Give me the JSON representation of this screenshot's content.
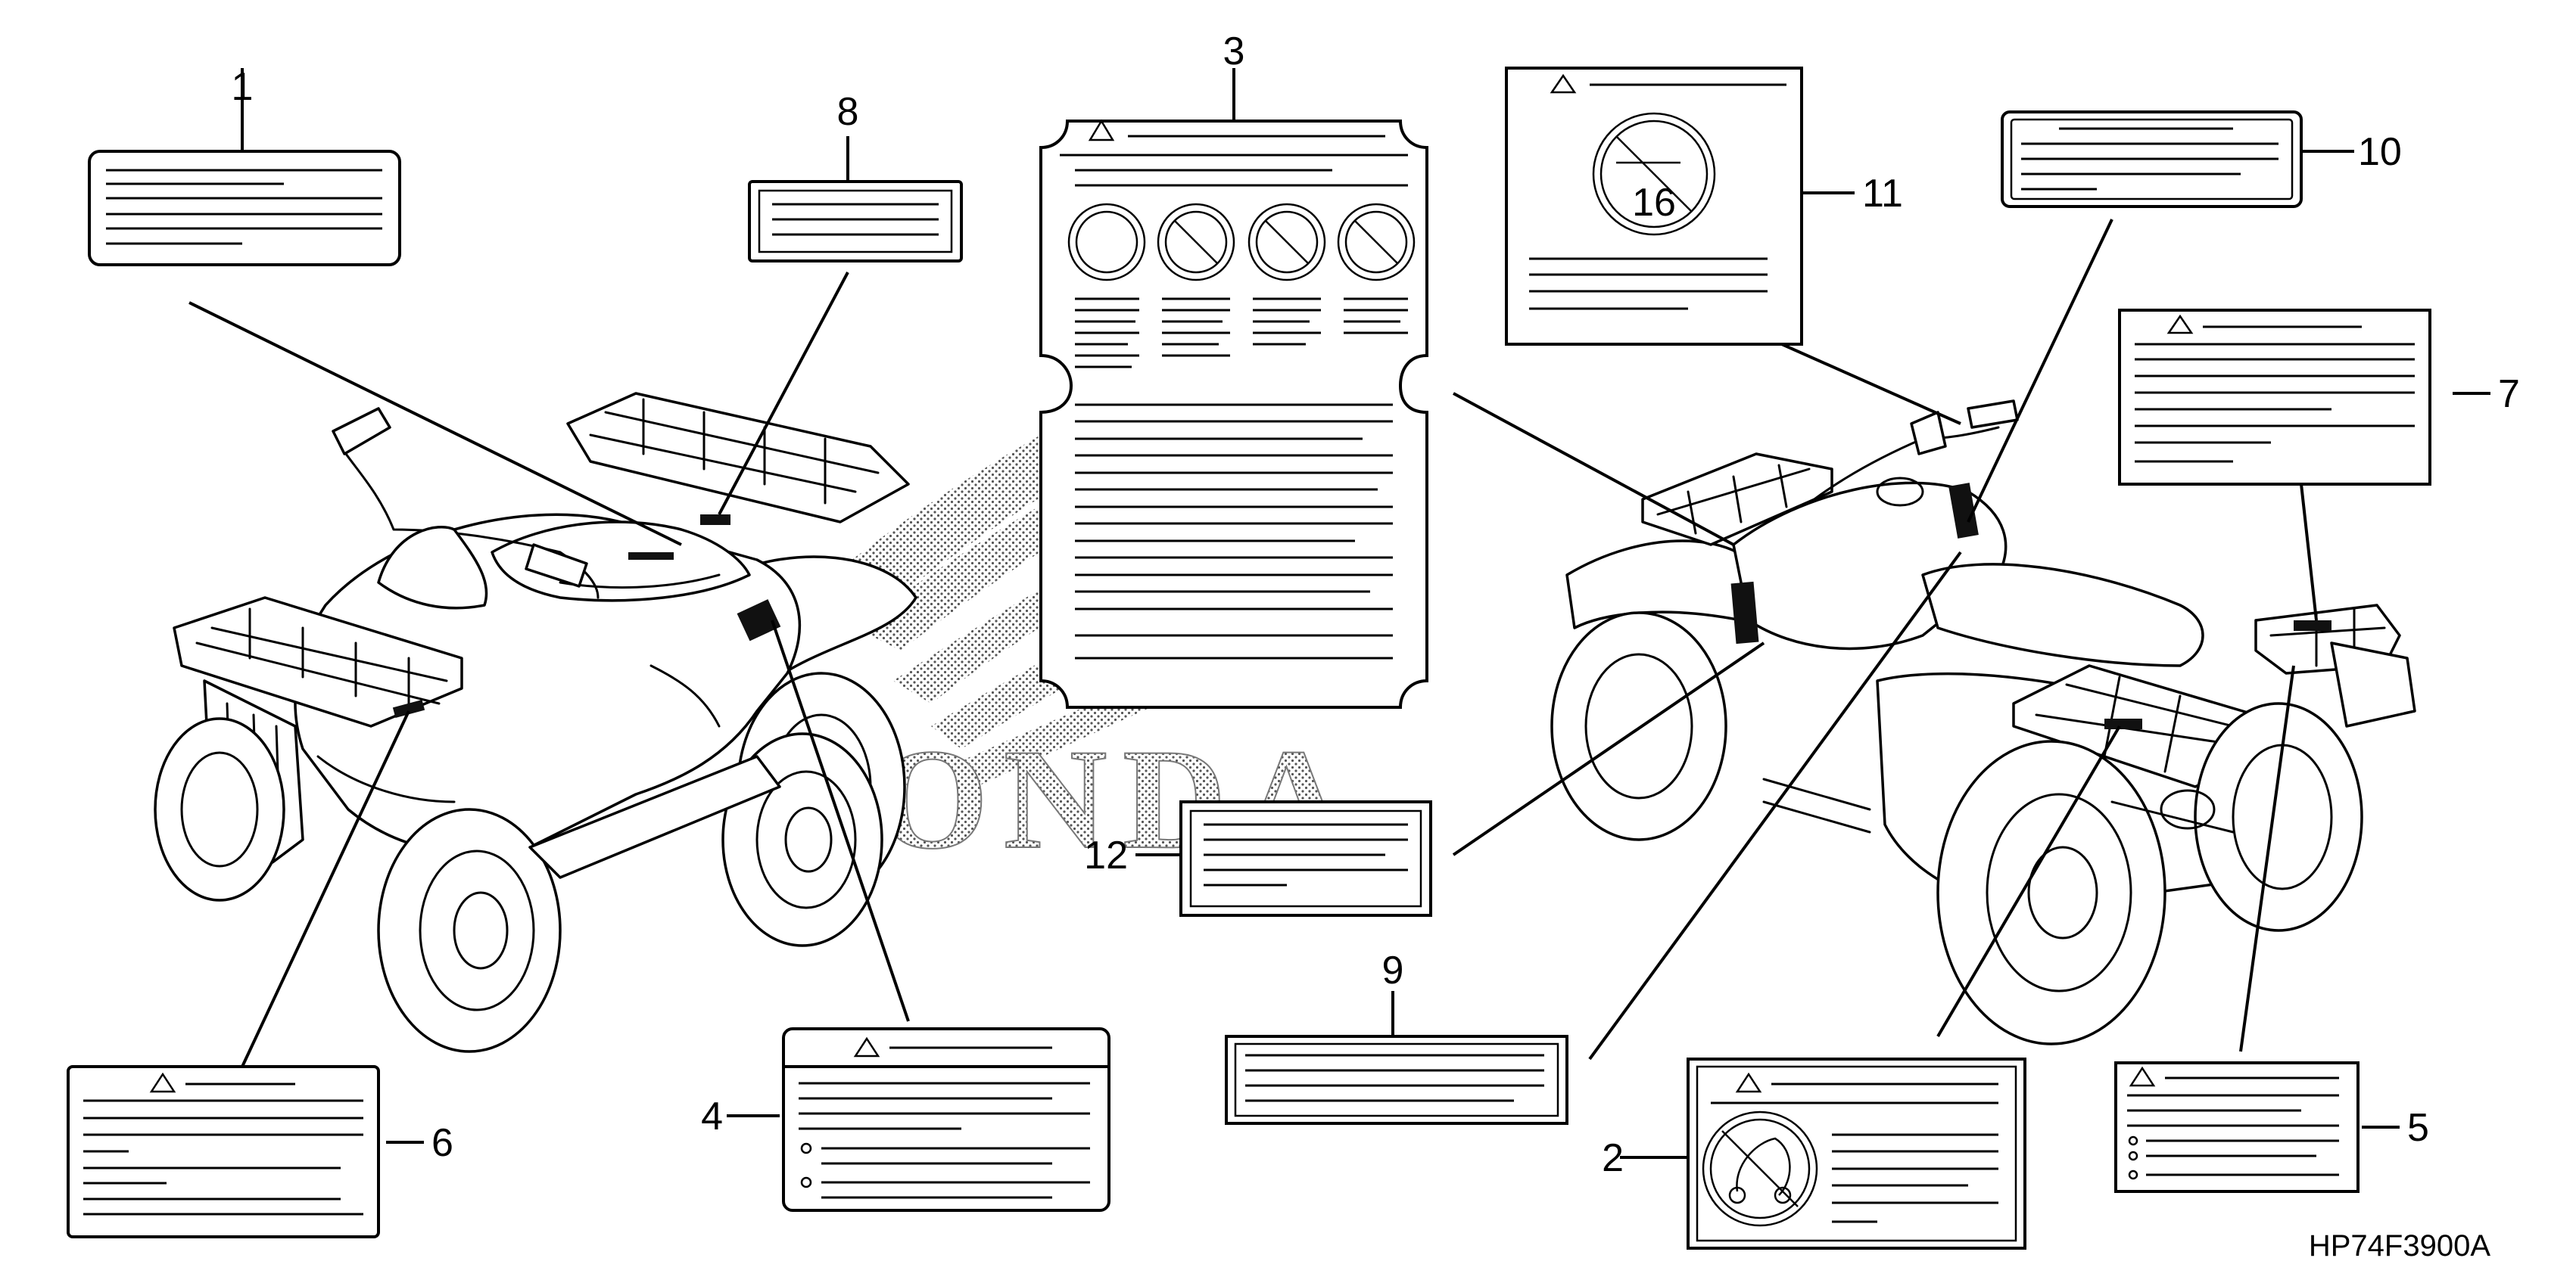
{
  "callouts": [
    {
      "number": "1"
    },
    {
      "number": "2"
    },
    {
      "number": "3"
    },
    {
      "number": "4"
    },
    {
      "number": "5"
    },
    {
      "number": "6"
    },
    {
      "number": "7"
    },
    {
      "number": "8"
    },
    {
      "number": "9"
    },
    {
      "number": "10"
    },
    {
      "number": "11"
    },
    {
      "number": "12"
    }
  ],
  "label_11_icon_text": "16",
  "diagram_code": "HP74F3900A",
  "watermark": "HONDA",
  "icons": [
    "warning-triangle-icon",
    "no-symbol-icon",
    "circle-icon",
    "bullet-icon"
  ]
}
